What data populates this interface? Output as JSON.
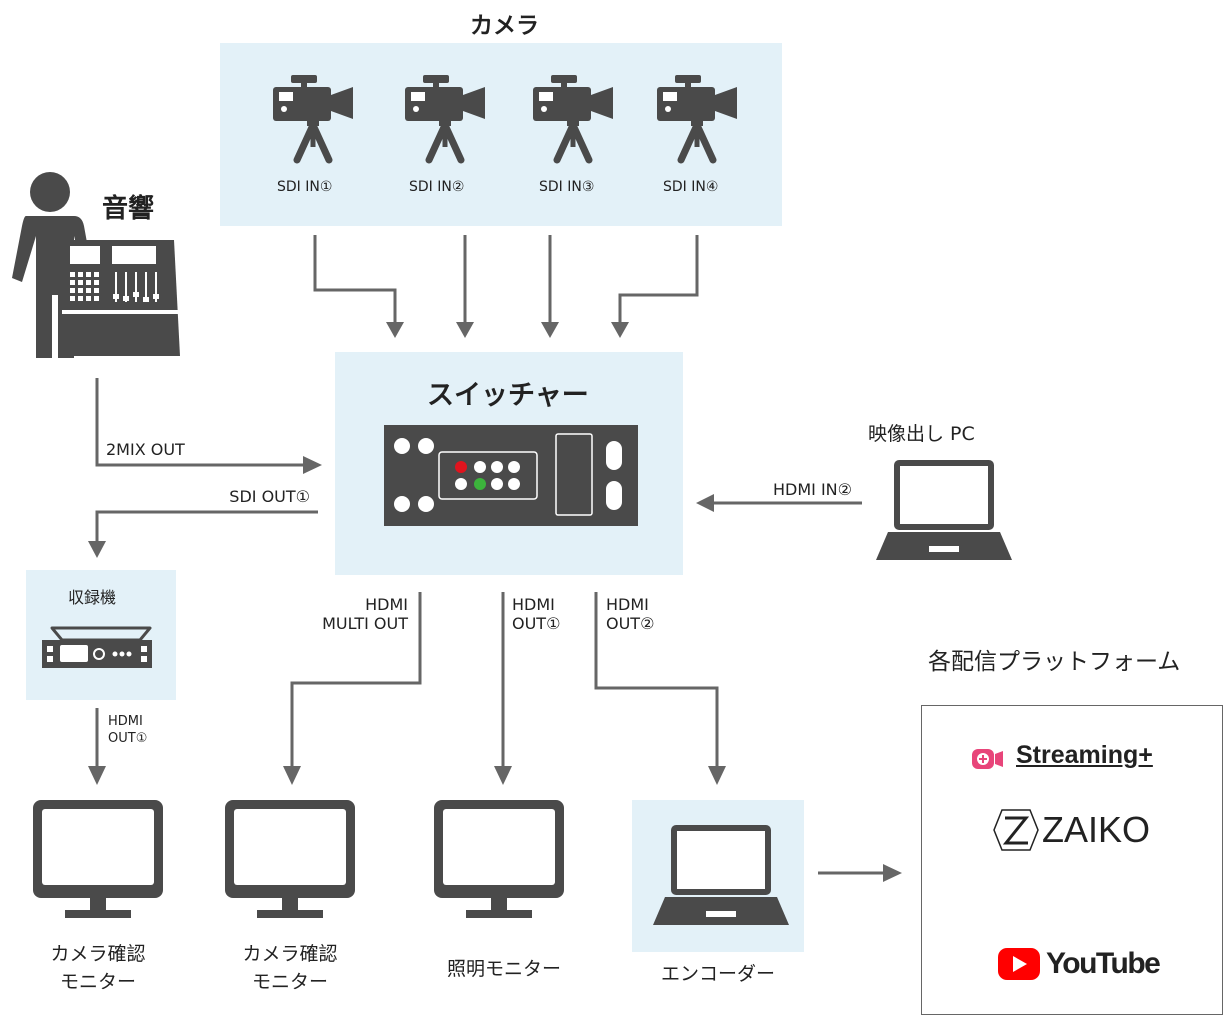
{
  "camera_section": {
    "title": "カメラ",
    "inputs": [
      "SDI IN①",
      "SDI IN②",
      "SDI IN③",
      "SDI IN④"
    ]
  },
  "audio": {
    "title": "音響"
  },
  "switcher": {
    "title": "スイッチャー"
  },
  "pc": {
    "title": "映像出し PC"
  },
  "recorder": {
    "title": "収録機"
  },
  "connections": {
    "mix_out": "2MIX OUT",
    "sdi_out": "SDI OUT①",
    "hdmi_in2": "HDMI IN②",
    "hdmi_multi_out": "HDMI\nMULTI OUT",
    "hdmi_out1": "HDMI\nOUT①",
    "hdmi_out2": "HDMI\nOUT②",
    "recorder_hdmi_out1": "HDMI\nOUT①"
  },
  "monitors": [
    {
      "caption": "カメラ確認\nモニター"
    },
    {
      "caption": "カメラ確認\nモニター"
    },
    {
      "caption": "照明モニター"
    }
  ],
  "encoder": {
    "caption": "エンコーダー"
  },
  "platforms": {
    "title": "各配信プラットフォーム",
    "items": [
      "Streaming+",
      "ZAIKO",
      "YouTube"
    ]
  },
  "colors": {
    "panel": "#e3f1f8",
    "device": "#4a4a4a",
    "arrow": "#666666",
    "led_red": "#e0141e",
    "led_green": "#3cb43c",
    "streaming_pink": "#e8457a",
    "youtube_red": "#ff0000"
  }
}
